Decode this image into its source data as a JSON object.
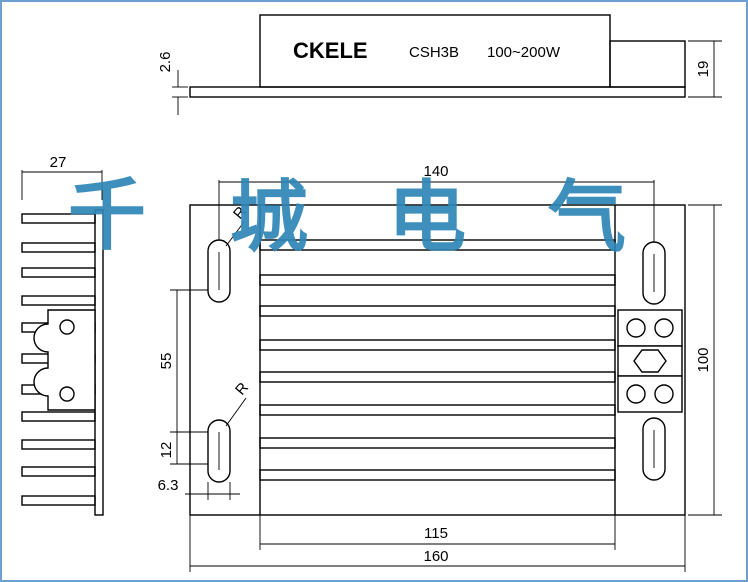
{
  "nameplate": {
    "brand": "CKELE",
    "model": "CSH3B",
    "power": "100~200W"
  },
  "dimensions": {
    "plate_thickness": "2.6",
    "body_height": "19",
    "side_depth": "27",
    "inner_width": "140",
    "height": "100",
    "slot_spacing": "55",
    "slot_length": "12",
    "slot_width": "6.3",
    "fin_width": "115",
    "overall_width": "160",
    "radius_top": "R",
    "radius_bottom": "R"
  },
  "watermark": {
    "c1": "千",
    "c2": "城",
    "c3": "电",
    "c4": "气"
  },
  "colors": {
    "watermark": "#2f86b8",
    "border": "#6f9fd0"
  }
}
